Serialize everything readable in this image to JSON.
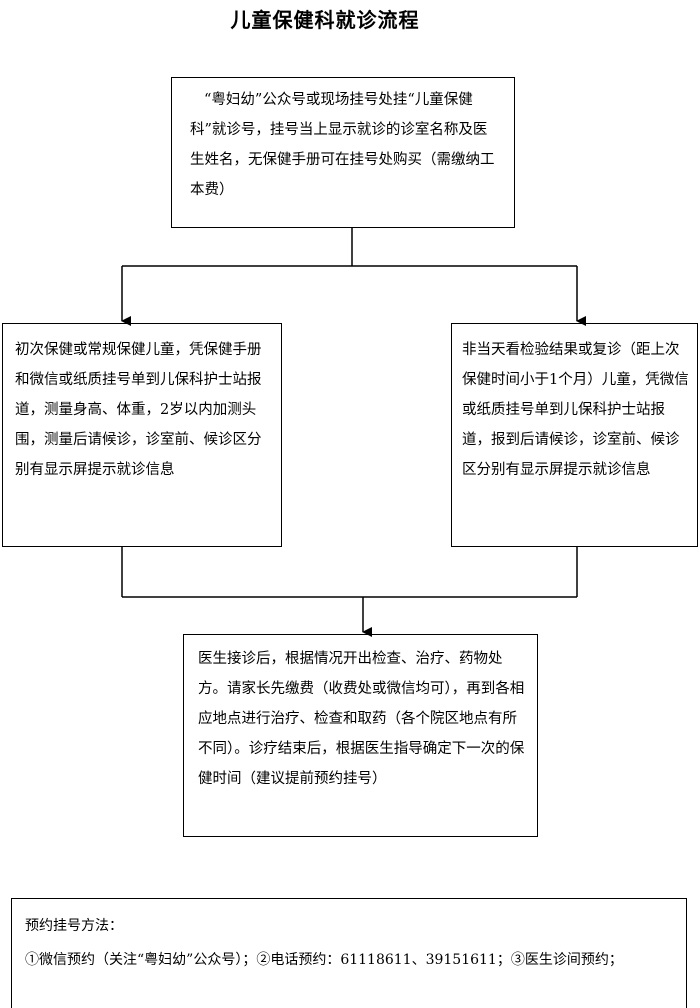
{
  "title": "儿童保健科就诊流程",
  "nodes": {
    "registration": "“粤妇幼”公众号或现场挂号处挂“儿童保健科”就诊号，挂号当上显示就诊的诊室名称及医生姓名，无保健手册可在挂号处购买（需缴纳工本费）",
    "first_visit": "初次保健或常规保健儿童，凭保健手册和微信或纸质挂号单到儿保科护士站报道，测量身高、体重，2岁以内加测头围，测量后请候诊，诊室前、候诊区分别有显示屏提示就诊信息",
    "follow_up": "非当天看检验结果或复诊（距上次保健时间小于1个月）儿童，凭微信或纸质挂号单到儿保科护士站报道，报到后请候诊，诊室前、候诊区分别有显示屏提示就诊信息",
    "doctor": "医生接诊后，根据情况开出检查、治疗、药物处方。请家长先缴费（收费处或微信均可），再到各相应地点进行治疗、检查和取药（各个院区地点有所不同）。诊疗结束后，根据医生指导确定下一次的保健时间（建议提前预约挂号）"
  },
  "appointment": {
    "heading": "预约挂号方法：",
    "methods": "①微信预约（关注“粤妇幼”公众号）；②电话预约：61118611、39151611；③医生诊间预约；"
  }
}
